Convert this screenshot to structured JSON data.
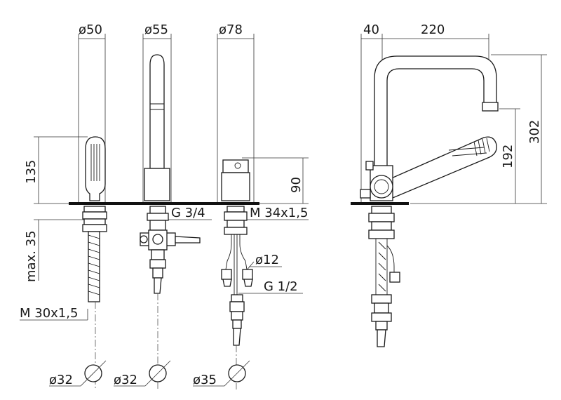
{
  "dimensions": {
    "d50": "ø50",
    "d55": "ø55",
    "d78": "ø78",
    "d135": "135",
    "max35": "max. 35",
    "m30": "M 30x1,5",
    "g34": "G 3/4",
    "m34": "M 34x1,5",
    "d90": "90",
    "d12": "ø12",
    "g12": "G 1/2",
    "d32a": "ø32",
    "d32b": "ø32",
    "d35": "ø35",
    "d40": "40",
    "d220": "220",
    "d302": "302",
    "d192": "192"
  }
}
